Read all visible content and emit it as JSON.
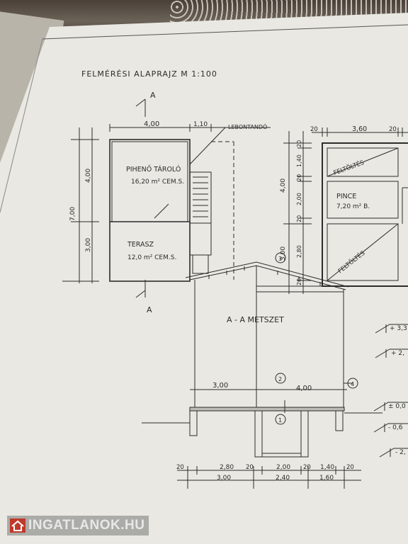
{
  "drawing": {
    "title": "FELMÉRÉSI ALAPRAJZ  M 1:100",
    "section_marker_top": "A",
    "section_marker_bottom": "A",
    "plan_left": {
      "top_dim_1": "4,00",
      "top_dim_2": "1,10",
      "demolish_label": "LEBONTANDÓ",
      "room1_name": "PIHENŐ TÁROLÓ",
      "room1_area": "16,20 m² CEM.S.",
      "room2_name": "TERASZ",
      "room2_area": "12,0 m² CEM.S.",
      "vert_total": "7,00",
      "vert_upper": "4,00",
      "vert_lower": "3,00"
    },
    "plan_right": {
      "top_dim_left": "20",
      "top_dim_mid": "3,60",
      "top_dim_right": "20",
      "fill_upper": "FELTÖLTÉS",
      "room_name": "PINCE",
      "room_area": "7,20 m² B.",
      "fill_lower": "FELTÖLTÉS",
      "vert_upper": "4,00",
      "vert_lower": "3,00",
      "vert_segments": [
        "20",
        "1,40",
        "20",
        "2,00",
        "20",
        "2,80",
        "20"
      ]
    },
    "section": {
      "title": "A - A  METSZET",
      "span_left": "3,00",
      "span_right": "4,00",
      "markers": [
        "1",
        "2",
        "3",
        "4"
      ],
      "bottom_row1": [
        "20",
        "2,80",
        "20",
        "2,00",
        "20",
        "1,40",
        "20"
      ],
      "bottom_row2": [
        "3,00",
        "2,40",
        "1,60"
      ],
      "levels": [
        "+ 3,3",
        "+ 2,",
        "± 0,0",
        "- 0,6",
        "- 2,"
      ]
    }
  },
  "watermark": {
    "text": "INGATLANOK.HU",
    "icon": "house-icon"
  }
}
